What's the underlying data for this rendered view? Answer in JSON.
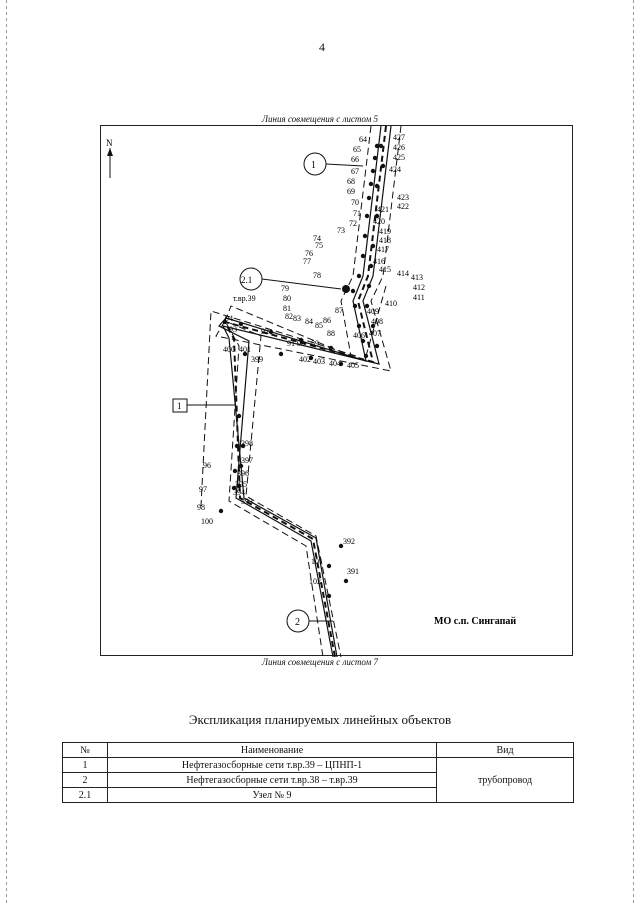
{
  "page": {
    "number": "4"
  },
  "map": {
    "match_line_top": "Линия совмещения с листом 5",
    "match_line_bottom": "Линия совмещения с листом 7",
    "north": "N",
    "locality": "МО с.п. Сингапай",
    "node_label": "т.вр.39",
    "callouts": [
      "1",
      "2.1",
      "1",
      "2"
    ],
    "pt_left": [
      "64",
      "65",
      "66",
      "67",
      "68",
      "69",
      "70",
      "71",
      "72",
      "73",
      "74",
      "75",
      "76",
      "77",
      "78",
      "79",
      "80",
      "81",
      "82",
      "83",
      "84",
      "85",
      "86",
      "87",
      "88",
      "89",
      "90",
      "91",
      "92",
      "93",
      "94",
      "95",
      "96",
      "97",
      "98",
      "99",
      "100",
      "101",
      "102"
    ],
    "pt_right": [
      "427",
      "426",
      "425",
      "424",
      "423",
      "422",
      "421",
      "420",
      "419",
      "418",
      "417",
      "416",
      "415",
      "414",
      "413",
      "412",
      "411",
      "410",
      "409",
      "408",
      "407",
      "406",
      "405",
      "404",
      "403",
      "402",
      "401",
      "400",
      "399",
      "398",
      "397",
      "396",
      "395",
      "394",
      "393",
      "392",
      "391"
    ]
  },
  "explication": {
    "title": "Экспликация планируемых линейных объектов",
    "headers": {
      "num": "№",
      "name": "Наименование",
      "kind": "Вид"
    },
    "rows": [
      {
        "num": "1",
        "name": "Нефтегазосборные сети т.вр.39 – ЦПНП-1"
      },
      {
        "num": "2",
        "name": "Нефтегазосборные сети т.вр.38 – т.вр.39"
      },
      {
        "num": "2.1",
        "name": "Узел № 9"
      }
    ],
    "kind_value": "трубопровод"
  }
}
